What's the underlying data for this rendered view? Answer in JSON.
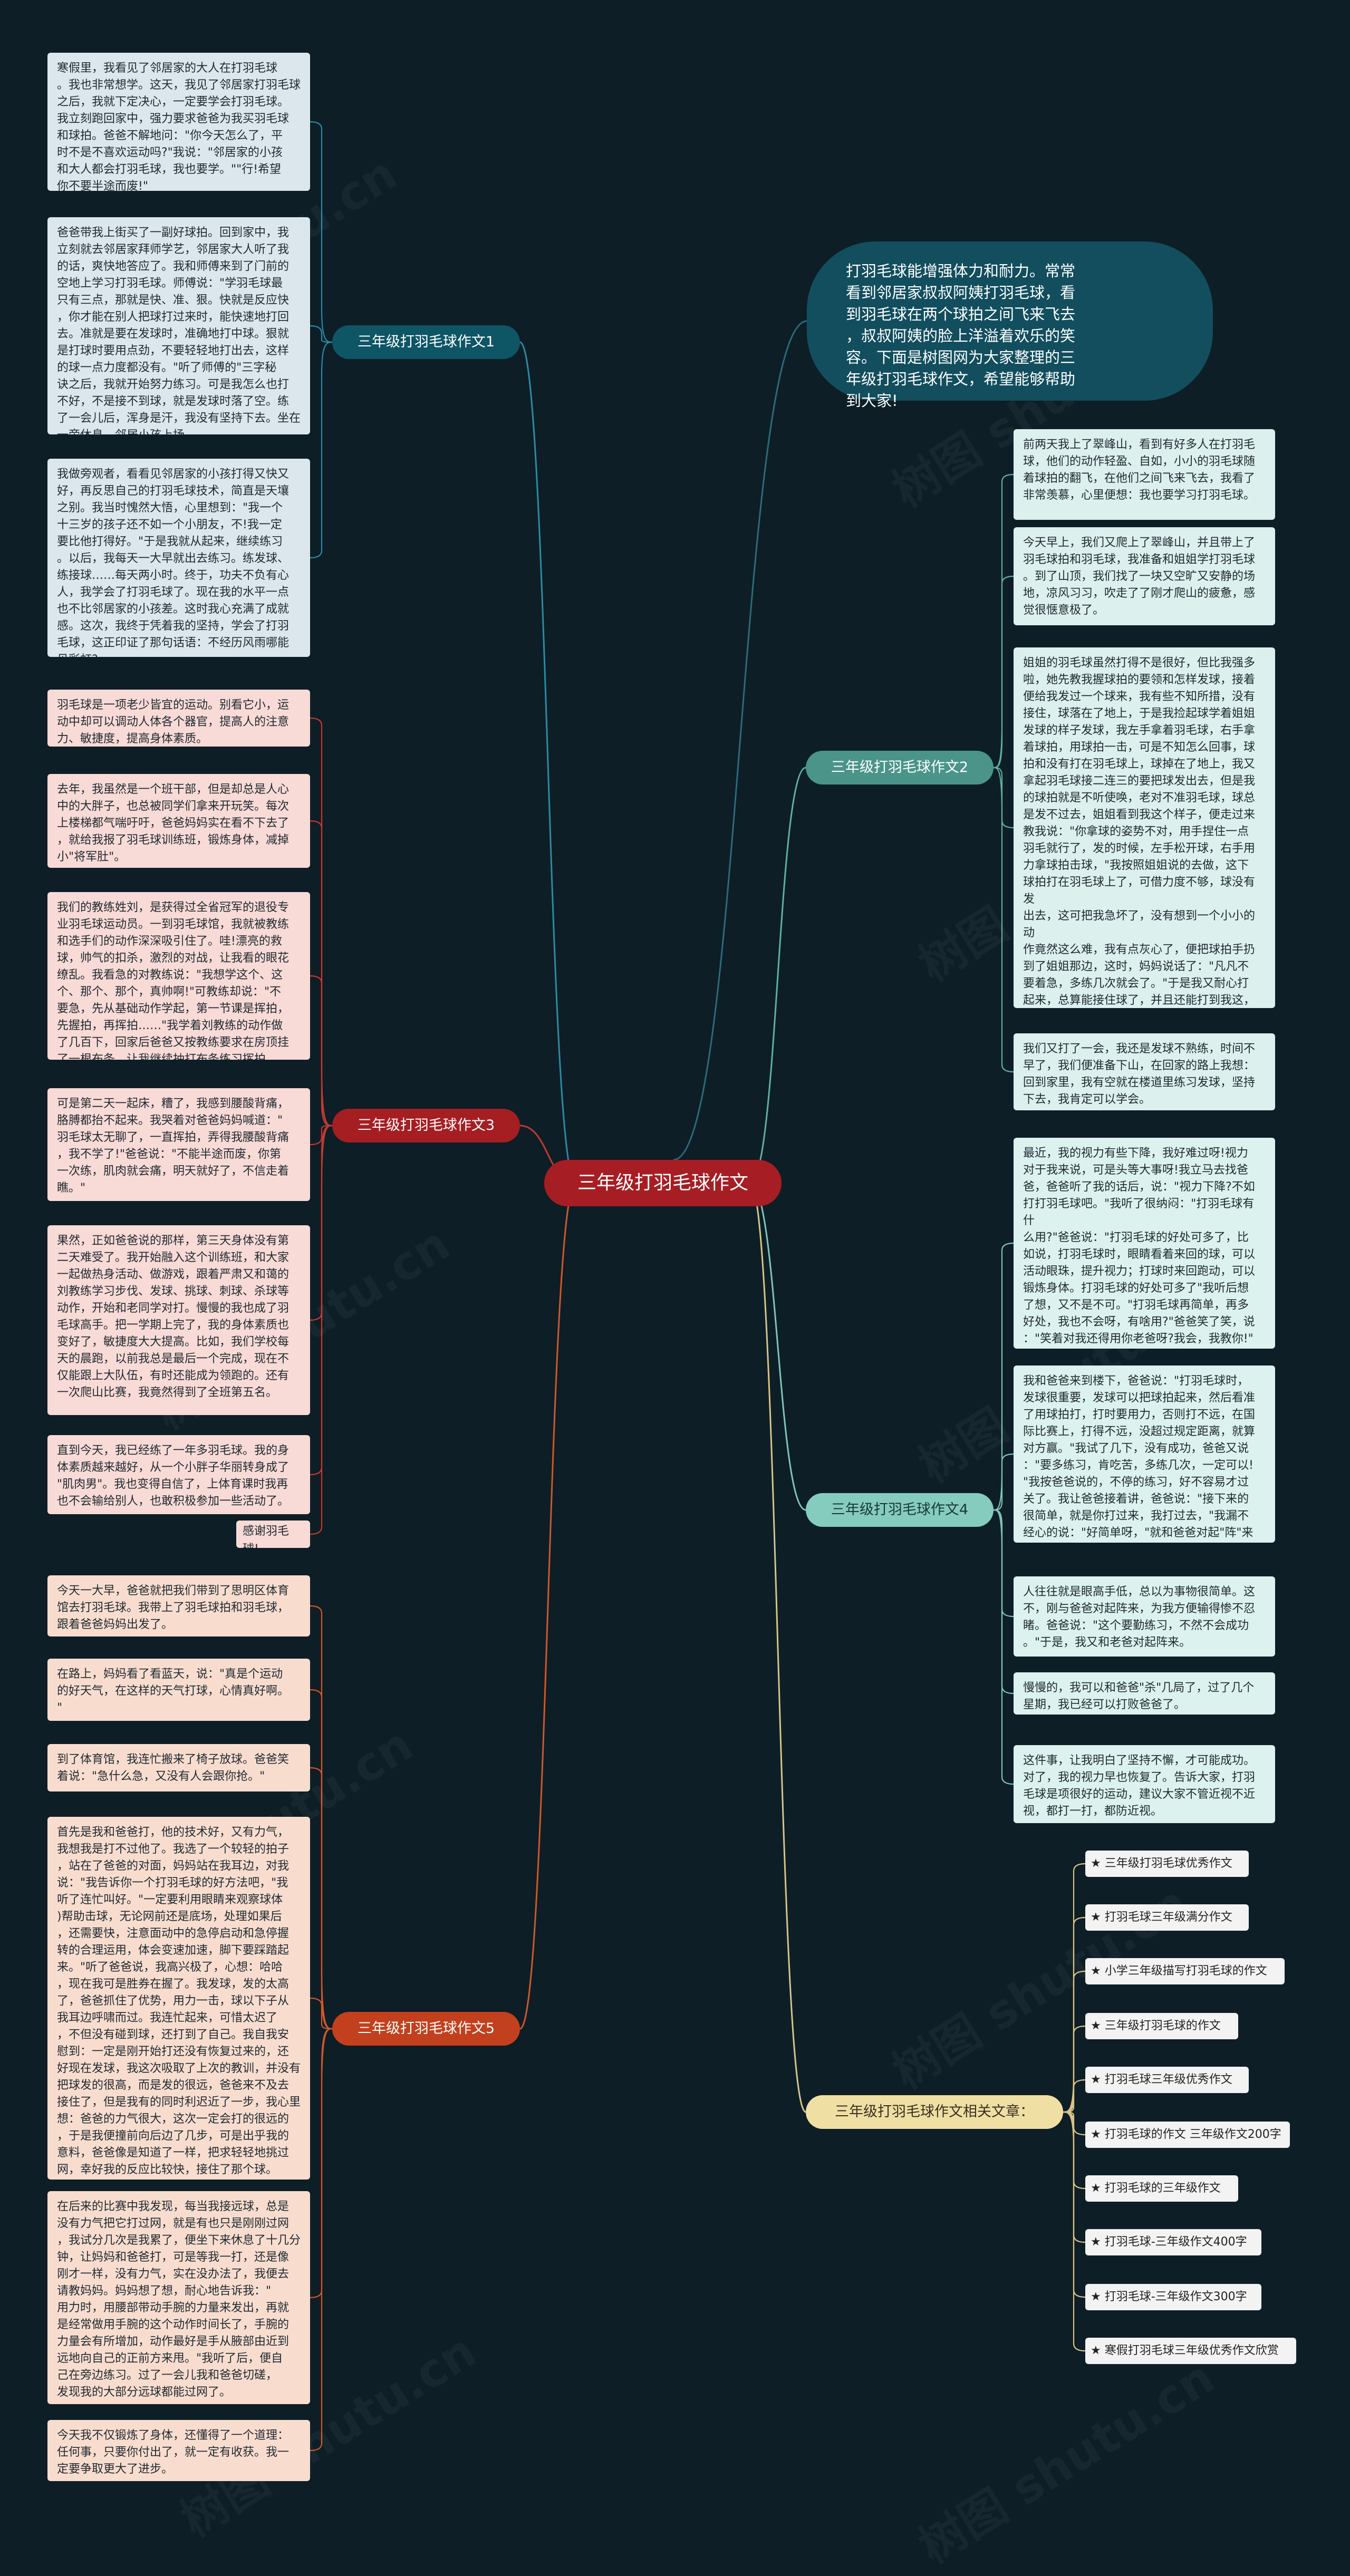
{
  "root": "三年级打羽毛球作文",
  "intro": "打羽毛球能增强体力和耐力。常常\n看到邻居家叔叔阿姨打羽毛球，看\n到羽毛球在两个球拍之间飞来飞去\n，叔叔阿姨的脸上洋溢着欢乐的笑\n容。下面是树图网为大家整理的三\n年级打羽毛球作文，希望能够帮助\n到大家!",
  "watermark": "树图 shutu.cn",
  "colors": {
    "background": "#0d1e26",
    "root": "#a61e24"
  },
  "branches": [
    {
      "label": "三年级打羽毛球作文1",
      "color": "#0e5566",
      "line_color": "#2c8aa5",
      "items": [
        "寒假里，我看见了邻居家的大人在打羽毛球\n。我也非常想学。这天，我见了邻居家打羽毛球\n之后，我就下定决心，一定要学会打羽毛球。\n我立刻跑回家中，强力要求爸爸为我买羽毛球\n和球拍。爸爸不解地问：\"你今天怎么了，平\n时不是不喜欢运动吗?\"我说：\"邻居家的小孩\n和大人都会打羽毛球，我也要学。\"\"行!希望\n你不要半途而废!\"",
        "爸爸带我上街买了一副好球拍。回到家中，我\n立刻就去邻居家拜师学艺，邻居家大人听了我\n的话，爽快地答应了。我和师傅来到了门前的\n空地上学习打羽毛球。师傅说：\"学羽毛球最\n只有三点，那就是快、准、狠。快就是反应快\n，你才能在别人把球打过来时，能快速地打回\n去。准就是要在发球时，准确地打中球。狠就\n是打球时要用点劲，不要轻轻地打出去，这样\n的球一点力度都没有。\"听了师傅的\"三字秘\n诀之后，我就开始努力练习。可是我怎么也打\n不好，不是接不到球，就是发球时落了空。练\n了一会儿后，浑身是汗，我没有坚持下去。坐在\n一旁休息。邻居小孩上场。",
        "我做旁观者，看看见邻居家的小孩打得又快又\n好，再反思自己的打羽毛球技术，简直是天壤\n之别。我当时愧然大悟，心里想到：\"我一个\n十三岁的孩子还不如一个小朋友，不!我一定\n要比他打得好。\"于是我就从起来，继续练习\n。以后，我每天一大早就出去练习。练发球、\n练接球……每天两小时。终于，功夫不负有心\n人，我学会了打羽毛球了。现在我的水平一点\n也不比邻居家的小孩差。这时我心充满了成就\n感。这次，我终于凭着我的坚持，学会了打羽\n毛球，这正印证了那句话语：不经历风雨哪能\n见彩虹?"
      ]
    },
    {
      "label": "三年级打羽毛球作文2",
      "color": "#4a948a",
      "line_color": "#5fb0a4",
      "items": [
        "前两天我上了翠峰山，看到有好多人在打羽毛\n球，他们的动作轻盈、自如，小小的羽毛球随\n着球拍的翻飞，在他们之间飞来飞去，我看了\n非常羡慕，心里便想：我也要学习打羽毛球。",
        "今天早上，我们又爬上了翠峰山，并且带上了\n羽毛球拍和羽毛球，我准备和姐姐学打羽毛球\n。到了山顶，我们找了一块又空旷又安静的场\n地，凉风习习，吹走了了刚才爬山的疲惫，感\n觉很惬意极了。",
        "姐姐的羽毛球虽然打得不是很好，但比我强多\n啦，她先教我握球拍的要领和怎样发球，接着\n便给我发过一个球来，我有些不知所措，没有\n接住，球落在了地上，于是我捡起球学着姐姐\n发球的样子发球，我左手拿着羽毛球，右手拿\n着球拍，用球拍一击，可是不知怎么回事，球\n拍和没有打在羽毛球上，球掉在了地上，我又\n拿起羽毛球接二连三的要把球发出去，但是我\n的球拍就是不听使唤，老对不准羽毛球，球总\n是发不过去，姐姐看到我这个样子，便走过来\n教我说：\"你拿球的姿势不对，用手捏住一点\n羽毛就行了，发的时候，左手松开球，右手用\n力拿球拍击球，\"我按照姐姐说的去做，这下\n球拍打在羽毛球上了，可借力度不够，球没有发\n出去，这可把我急坏了，没有想到一个小小的动\n作竟然这么难，我有点灰心了，便把球拍手扔\n到了姐姐那边，这时，妈妈说话了：\"凡凡不\n要着急，多练几次就会了。\"于是我又耐心打\n起来，总算能接住球了，并且还能打到我这，\n发球的时候也偶尔可以发过去，看来还是有进\n步的，我们休息了一会，妈妈告诉我：\"做什\n么事情也没有捷径，只要坚持就能学会。\"",
        "我们又打了一会，我还是发球不熟练，时间不\n早了，我们便准备下山，在回家的路上我想：\n回到家里，我有空就在楼道里练习发球，坚持\n下去，我肯定可以学会。"
      ]
    },
    {
      "label": "三年级打羽毛球作文3",
      "color": "#a51e22",
      "line_color": "#c23a30",
      "items": [
        "羽毛球是一项老少皆宜的运动。别看它小，运\n动中却可以调动人体各个器官，提高人的注意\n力、敏捷度，提高身体素质。",
        "去年，我虽然是一个班干部，但是却总是人心\n中的大胖子，也总被同学们拿来开玩笑。每次\n上楼梯都气喘吁吁，爸爸妈妈实在看不下去了\n，就给我报了羽毛球训练班，锻炼身体，减掉\n小\"将军肚\"。",
        "我们的教练姓刘，是获得过全省冠军的退役专\n业羽毛球运动员。一到羽毛球馆，我就被教练\n和选手们的动作深深吸引住了。哇!漂亮的救\n球，帅气的扣杀，激烈的对战，让我看的眼花\n缭乱。我看急的对教练说：\"我想学这个、这\n个、那个、那个，真帅啊!\"可教练却说：\"不\n要急，先从基础动作学起，第一节课是挥拍，\n先握拍，再挥拍……\"我学着刘教练的动作做\n了几百下，回家后爸爸又按教练要求在房顶挂\n了一根布条，让我继续抽打布条练习挥拍。",
        "可是第二天一起床，糟了，我感到腰酸背痛，\n胳膊都抬不起来。我哭着对爸爸妈妈喊道：\"\n羽毛球太无聊了，一直挥拍，弄得我腰酸背痛\n，我不学了!\"爸爸说：\"不能半途而废，你第\n一次练，肌肉就会痛，明天就好了，不信走着\n瞧。\"",
        "果然，正如爸爸说的那样，第三天身体没有第\n二天难受了。我开始融入这个训练班，和大家\n一起做热身活动、做游戏，跟着严肃又和蔼的\n刘教练学习步伐、发球、挑球、刺球、杀球等\n动作，开始和老同学对打。慢慢的我也成了羽\n毛球高手。把一学期上完了，我的身体素质也\n变好了，敏捷度大大提高。比如，我们学校每\n天的晨跑，以前我总是最后一个完成，现在不\n仅能跟上大队伍，有时还能成为领跑的。还有\n一次爬山比赛，我竟然得到了全班第五名。",
        "直到今天，我已经练了一年多羽毛球。我的身\n体素质越来越好，从一个小胖子华丽转身成了\n\"肌肉男\"。我也变得自信了，上体育课时我再\n也不会输给别人，也敢积极参加一些活动了。",
        "感谢羽毛球!"
      ]
    },
    {
      "label": "三年级打羽毛球作文4",
      "color": "#85ccbe",
      "line_color": "#7fc4b7",
      "items": [
        "最近，我的视力有些下降，我好难过呀!视力\n对于我来说，可是头等大事呀!我立马去找爸\n爸，爸爸听了我的话后，说：\"视力下降?不如\n打打羽毛球吧。\"我听了很纳闷：\"打羽毛球有什\n么用?\"爸爸说：\"打羽毛球的好处可多了，比\n如说，打羽毛球时，眼睛看着来回的球，可以\n活动眼珠，提升视力；打球时来回跑动，可以\n锻炼身体。打羽毛球的好处可多了\"我听后想\n了想，又不是不可。\"打羽毛球再简单，再多\n好处，我也不会呀，有啥用?\"爸爸笑了笑，说\n：\"笑着对我还得用你老爸呀?我会，我教你!\"\n我迫不及待的说：\"那快去吧!\"",
        "我和爸爸来到楼下，爸爸说：\"打羽毛球时，\n发球很重要，发球可以把球拍起来，然后看准\n了用球拍打，打时要用力，否则打不远，在国\n际比赛上，打得不远，没超过规定距离，就算\n对方赢。\"我试了几下，没有成功，爸爸又说\n：\"要多练习，肯吃苦，多练几次，一定可以!\n\"我按爸爸说的，不停的练习，好不容易才过\n关了。我让爸爸接着讲，爸爸说：\"接下来的\n很简单，就是你打过来，我打过去，\"我漏不\n经心的说：\"好简单呀，\"就和爸爸对起\"阵\"来\n。",
        "人往往就是眼高手低，总以为事物很简单。这\n不，刚与爸爸对起阵来，为我方便输得惨不忍\n睹。爸爸说：\"这个要勤练习，不然不会成功\n。\"于是，我又和老爸对起阵来。",
        "慢慢的，我可以和爸爸\"杀\"几局了，过了几个\n星期，我已经可以打败爸爸了。",
        "这件事，让我明白了坚持不懈，才可能成功。\n对了，我的视力早也恢复了。告诉大家，打羽\n毛球是项很好的运动，建议大家不管近视不近\n视，都打一打，都防近视。"
      ]
    },
    {
      "label": "三年级打羽毛球作文5",
      "color": "#c2401d",
      "line_color": "#d0572c",
      "items": [
        "今天一大早，爸爸就把我们带到了思明区体育\n馆去打羽毛球。我带上了羽毛球拍和羽毛球，\n跟着爸爸妈妈出发了。",
        "在路上，妈妈看了看蓝天，说：\"真是个运动\n的好天气，在这样的天气打球，心情真好啊。\n\"",
        "到了体育馆，我连忙搬来了椅子放球。爸爸笑\n着说：\"急什么急，又没有人会跟你抢。\"",
        "首先是我和爸爸打，他的技术好，又有力气，\n我想我是打不过他了。我选了一个较轻的拍子\n，站在了爸爸的对面，妈妈站在我耳边，对我\n说：\"我告诉你一个打羽毛球的好方法吧，\"我\n听了连忙叫好。\"一定要利用眼睛来观察球体\n)帮助击球，无论网前还是底场，处理如果后\n，还需要快，注意面动中的急停启动和急停握\n转的合理运用，体会变速加速，脚下要踩踏起\n来。\"听了爸爸说，我高兴极了，心想：哈哈\n，现在我可是胜券在握了。我发球，发的太高\n了，爸爸抓住了优势，用力一击，球以下子从\n我耳边呼啸而过。我连忙起来，可惜太迟了\n，不但没有碰到球，还打到了自己。我自我安\n慰到：一定是刚开始打还没有恢复过来的，还\n好现在发球，我这次吸取了上次的教训，并没有\n把球发的很高，而是发的很远，爸爸来不及去\n接住了，但是我有的同时利迟近了一步，我心里\n想：爸爸的力气很大，这次一定会打的很远的\n，于是我便撞前向后边了几步，可是出乎我的\n意料，爸爸像是知道了一样，把求轻轻地挑过\n网，幸好我的反应比较快，接住了那个球。",
        "在后来的比赛中我发现，每当我接远球，总是\n没有力气把它打过网，就是有也只是刚刚过网\n，我试分几次是我累了，便坐下来休息了十几分\n钟，让妈妈和爸爸打，可是等我一打，还是像\n刚才一样，没有力气，实在没办法了，我便去\n请教妈妈。妈妈想了想，耐心地告诉我：\"\n用力时，用腰部带动手腕的力量来发出，再就\n是经常做用手腕的这个动作时间长了，手腕的\n力量会有所增加，动作最好是手从腋部由近到\n远地向自己的正前方来甩。\"我听了后，便自\n己在旁边练习。过了一会儿我和爸爸切磋，\n发现我的大部分远球都能过网了。",
        "今天我不仅锻炼了身体，还懂得了一个道理：\n任何事，只要你付出了，就一定有收获。我一\n定要争取更大了进步。"
      ]
    },
    {
      "label": "三年级打羽毛球作文相关文章：",
      "color": "#f0dfa3",
      "line_color": "#d8c38a",
      "items": [
        "★ 三年级打羽毛球优秀作文",
        "★ 打羽毛球三年级满分作文",
        "★ 小学三年级描写打羽毛球的作文",
        "★ 三年级打羽毛球的作文",
        "★ 打羽毛球三年级优秀作文",
        "★ 打羽毛球的作文 三年级作文200字",
        "★ 打羽毛球的三年级作文",
        "★ 打羽毛球-三年级作文400字",
        "★ 打羽毛球-三年级作文300字",
        "★ 寒假打羽毛球三年级优秀作文欣赏"
      ]
    }
  ]
}
